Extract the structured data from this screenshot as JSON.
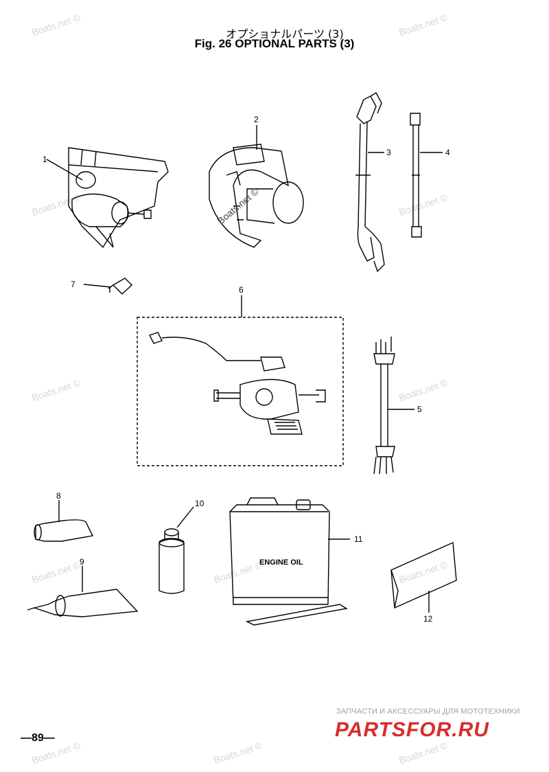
{
  "header": {
    "title_jp": "オプショナルパーツ (3)",
    "title_en": "Fig. 26   OPTIONAL PARTS (3)"
  },
  "callouts": [
    "1",
    "2",
    "3",
    "4",
    "5",
    "6",
    "7",
    "8",
    "9",
    "10",
    "11",
    "12"
  ],
  "oil_can_label": "ENGINE OIL",
  "page_number": "—89—",
  "watermark": "Boats.net ©",
  "ad": {
    "tagline": "ЗАПЧАСТИ И АКСЕССУАРЫ ДЛЯ МОТОТЕХНИКИ",
    "logo": "PARTSFOR.RU"
  }
}
